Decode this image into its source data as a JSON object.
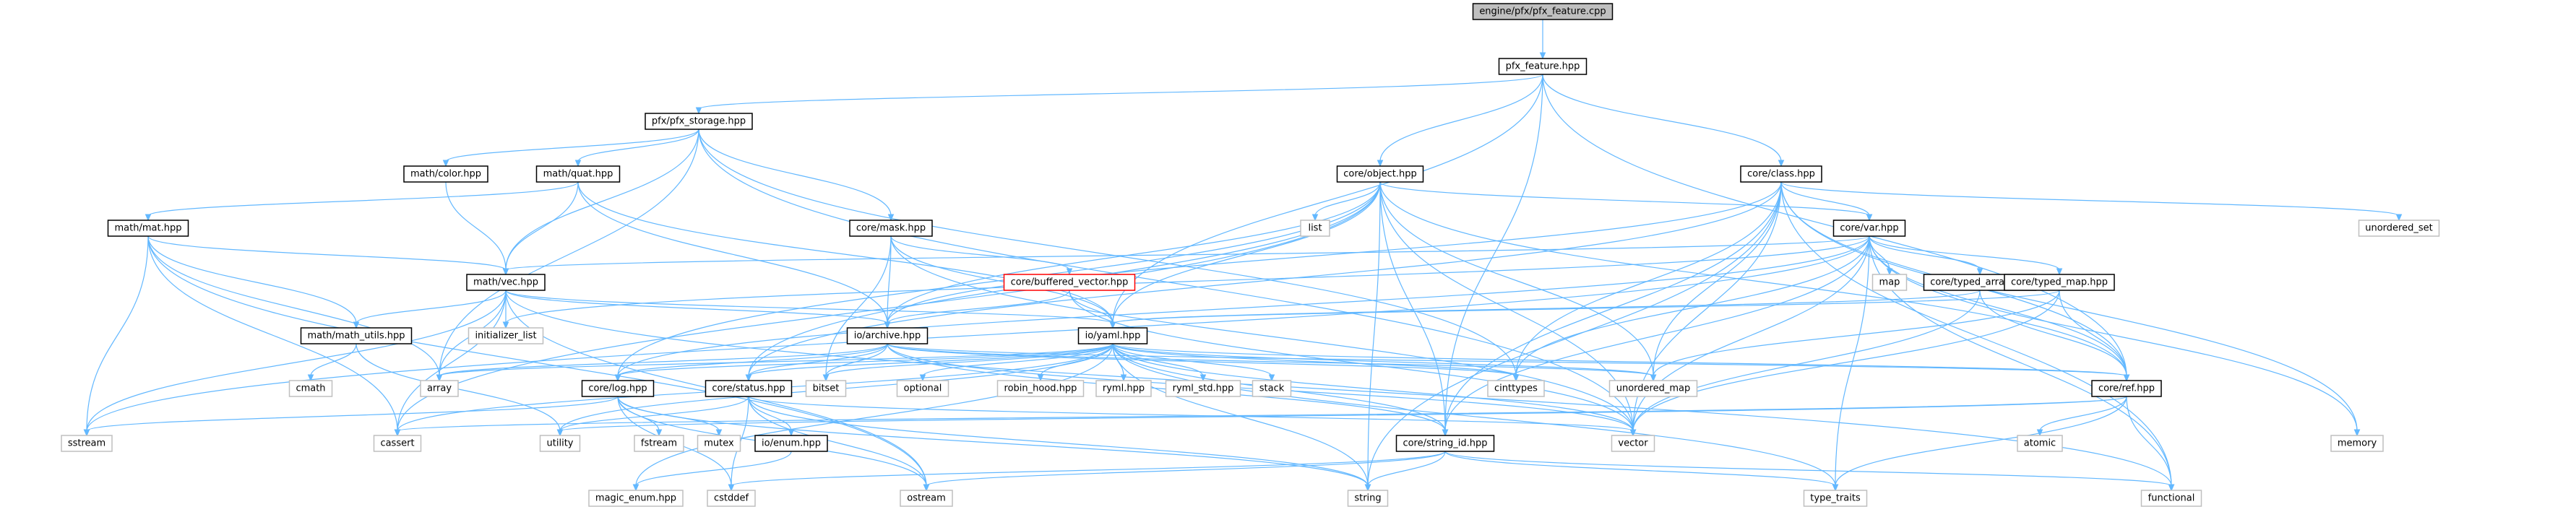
{
  "colors": {
    "edge": "#63b8ff",
    "root_fill": "#bfbfbf",
    "internal_fill": "#ffffff",
    "internal_border": "#000000",
    "system_fill": "#ffffff",
    "system_border": "#bfbfbf",
    "missing_border": "#ff0000"
  },
  "nodes": [
    {
      "id": "root",
      "label": "engine/pfx/pfx_feature.cpp",
      "kind": "root"
    },
    {
      "id": "pfx_feature",
      "label": "pfx_feature.hpp",
      "kind": "internal"
    },
    {
      "id": "pfx_storage",
      "label": "pfx/pfx_storage.hpp",
      "kind": "internal"
    },
    {
      "id": "object",
      "label": "core/object.hpp",
      "kind": "internal"
    },
    {
      "id": "class",
      "label": "core/class.hpp",
      "kind": "internal"
    },
    {
      "id": "color",
      "label": "math/color.hpp",
      "kind": "internal"
    },
    {
      "id": "quat",
      "label": "math/quat.hpp",
      "kind": "internal"
    },
    {
      "id": "mask",
      "label": "core/mask.hpp",
      "kind": "internal"
    },
    {
      "id": "var",
      "label": "core/var.hpp",
      "kind": "internal"
    },
    {
      "id": "list",
      "label": "list",
      "kind": "system"
    },
    {
      "id": "unordered_set",
      "label": "unordered_set",
      "kind": "system"
    },
    {
      "id": "mat",
      "label": "math/mat.hpp",
      "kind": "internal"
    },
    {
      "id": "vec",
      "label": "math/vec.hpp",
      "kind": "internal"
    },
    {
      "id": "buffered_vector",
      "label": "core/buffered_vector.hpp",
      "kind": "missing"
    },
    {
      "id": "map",
      "label": "map",
      "kind": "system"
    },
    {
      "id": "typed_array",
      "label": "core/typed_array.hpp",
      "kind": "internal"
    },
    {
      "id": "typed_map",
      "label": "core/typed_map.hpp",
      "kind": "internal"
    },
    {
      "id": "math_utils",
      "label": "math/math_utils.hpp",
      "kind": "internal"
    },
    {
      "id": "initializer_list",
      "label": "initializer_list",
      "kind": "system"
    },
    {
      "id": "archive",
      "label": "io/archive.hpp",
      "kind": "internal"
    },
    {
      "id": "yaml",
      "label": "io/yaml.hpp",
      "kind": "internal"
    },
    {
      "id": "cmath",
      "label": "cmath",
      "kind": "system"
    },
    {
      "id": "array",
      "label": "array",
      "kind": "system"
    },
    {
      "id": "log",
      "label": "core/log.hpp",
      "kind": "internal"
    },
    {
      "id": "status",
      "label": "core/status.hpp",
      "kind": "internal"
    },
    {
      "id": "bitset",
      "label": "bitset",
      "kind": "system"
    },
    {
      "id": "optional",
      "label": "optional",
      "kind": "system"
    },
    {
      "id": "robin_hood",
      "label": "robin_hood.hpp",
      "kind": "system"
    },
    {
      "id": "ryml",
      "label": "ryml.hpp",
      "kind": "system"
    },
    {
      "id": "ryml_std",
      "label": "ryml_std.hpp",
      "kind": "system"
    },
    {
      "id": "stack",
      "label": "stack",
      "kind": "system"
    },
    {
      "id": "cinttypes",
      "label": "cinttypes",
      "kind": "system"
    },
    {
      "id": "unordered_map",
      "label": "unordered_map",
      "kind": "system"
    },
    {
      "id": "ref",
      "label": "core/ref.hpp",
      "kind": "internal"
    },
    {
      "id": "sstream",
      "label": "sstream",
      "kind": "system"
    },
    {
      "id": "cassert",
      "label": "cassert",
      "kind": "system"
    },
    {
      "id": "utility",
      "label": "utility",
      "kind": "system"
    },
    {
      "id": "fstream",
      "label": "fstream",
      "kind": "system"
    },
    {
      "id": "mutex",
      "label": "mutex",
      "kind": "system"
    },
    {
      "id": "enum",
      "label": "io/enum.hpp",
      "kind": "internal"
    },
    {
      "id": "string_id",
      "label": "core/string_id.hpp",
      "kind": "internal"
    },
    {
      "id": "vector",
      "label": "vector",
      "kind": "system"
    },
    {
      "id": "atomic",
      "label": "atomic",
      "kind": "system"
    },
    {
      "id": "memory",
      "label": "memory",
      "kind": "system"
    },
    {
      "id": "magic_enum",
      "label": "magic_enum.hpp",
      "kind": "system"
    },
    {
      "id": "cstddef",
      "label": "cstddef",
      "kind": "system"
    },
    {
      "id": "ostream",
      "label": "ostream",
      "kind": "system"
    },
    {
      "id": "string",
      "label": "string",
      "kind": "system"
    },
    {
      "id": "type_traits",
      "label": "type_traits",
      "kind": "system"
    },
    {
      "id": "functional",
      "label": "functional",
      "kind": "system"
    }
  ],
  "edges": [
    [
      "root",
      "pfx_feature"
    ],
    [
      "pfx_feature",
      "pfx_storage"
    ],
    [
      "pfx_feature",
      "object"
    ],
    [
      "pfx_feature",
      "class"
    ],
    [
      "pfx_feature",
      "yaml"
    ],
    [
      "pfx_feature",
      "ref"
    ],
    [
      "pfx_feature",
      "string_id"
    ],
    [
      "pfx_storage",
      "color"
    ],
    [
      "pfx_storage",
      "quat"
    ],
    [
      "pfx_storage",
      "mask"
    ],
    [
      "pfx_storage",
      "vec"
    ],
    [
      "pfx_storage",
      "array"
    ],
    [
      "pfx_storage",
      "cinttypes"
    ],
    [
      "pfx_storage",
      "vector"
    ],
    [
      "object",
      "list"
    ],
    [
      "object",
      "var"
    ],
    [
      "object",
      "log"
    ],
    [
      "object",
      "status"
    ],
    [
      "object",
      "archive"
    ],
    [
      "object",
      "yaml"
    ],
    [
      "object",
      "string_id"
    ],
    [
      "object",
      "cassert"
    ],
    [
      "object",
      "string"
    ],
    [
      "object",
      "unordered_map"
    ],
    [
      "object",
      "vector"
    ],
    [
      "object",
      "ref"
    ],
    [
      "class",
      "var"
    ],
    [
      "class",
      "unordered_set"
    ],
    [
      "class",
      "status"
    ],
    [
      "class",
      "archive"
    ],
    [
      "class",
      "ref"
    ],
    [
      "class",
      "cinttypes"
    ],
    [
      "class",
      "unordered_map"
    ],
    [
      "class",
      "vector"
    ],
    [
      "class",
      "string"
    ],
    [
      "class",
      "memory"
    ],
    [
      "class",
      "functional"
    ],
    [
      "class",
      "string_id"
    ],
    [
      "color",
      "vec"
    ],
    [
      "quat",
      "mat"
    ],
    [
      "quat",
      "vec"
    ],
    [
      "quat",
      "archive"
    ],
    [
      "quat",
      "yaml"
    ],
    [
      "mask",
      "buffered_vector"
    ],
    [
      "mask",
      "archive"
    ],
    [
      "mask",
      "yaml"
    ],
    [
      "mask",
      "bitset"
    ],
    [
      "mask",
      "vector"
    ],
    [
      "var",
      "map"
    ],
    [
      "var",
      "typed_array"
    ],
    [
      "var",
      "typed_map"
    ],
    [
      "var",
      "vec"
    ],
    [
      "var",
      "log"
    ],
    [
      "var",
      "string_id"
    ],
    [
      "var",
      "ref"
    ],
    [
      "var",
      "cinttypes"
    ],
    [
      "var",
      "vector"
    ],
    [
      "var",
      "memory"
    ],
    [
      "var",
      "functional"
    ],
    [
      "var",
      "type_traits"
    ],
    [
      "var",
      "initializer_list"
    ],
    [
      "var",
      "sstream"
    ],
    [
      "mat",
      "vec"
    ],
    [
      "mat",
      "math_utils"
    ],
    [
      "mat",
      "sstream"
    ],
    [
      "mat",
      "cassert"
    ],
    [
      "mat",
      "array"
    ],
    [
      "mat",
      "ostream"
    ],
    [
      "vec",
      "math_utils"
    ],
    [
      "vec",
      "initializer_list"
    ],
    [
      "vec",
      "archive"
    ],
    [
      "vec",
      "yaml"
    ],
    [
      "vec",
      "sstream"
    ],
    [
      "vec",
      "cassert"
    ],
    [
      "vec",
      "array"
    ],
    [
      "vec",
      "ostream"
    ],
    [
      "vec",
      "functional"
    ],
    [
      "buffered_vector",
      "archive"
    ],
    [
      "buffered_vector",
      "yaml"
    ],
    [
      "buffered_vector",
      "vector"
    ],
    [
      "typed_array",
      "yaml"
    ],
    [
      "typed_array",
      "ref"
    ],
    [
      "typed_array",
      "vector"
    ],
    [
      "typed_map",
      "yaml"
    ],
    [
      "typed_map",
      "ref"
    ],
    [
      "typed_map",
      "unordered_map"
    ],
    [
      "typed_map",
      "vector"
    ],
    [
      "math_utils",
      "cmath"
    ],
    [
      "math_utils",
      "utility"
    ],
    [
      "archive",
      "log"
    ],
    [
      "archive",
      "status"
    ],
    [
      "archive",
      "bitset"
    ],
    [
      "archive",
      "array"
    ],
    [
      "archive",
      "string_id"
    ],
    [
      "archive",
      "vector"
    ],
    [
      "archive",
      "unordered_map"
    ],
    [
      "archive",
      "cinttypes"
    ],
    [
      "archive",
      "ref"
    ],
    [
      "yaml",
      "log"
    ],
    [
      "yaml",
      "status"
    ],
    [
      "yaml",
      "bitset"
    ],
    [
      "yaml",
      "optional"
    ],
    [
      "yaml",
      "robin_hood"
    ],
    [
      "yaml",
      "ryml"
    ],
    [
      "yaml",
      "ryml_std"
    ],
    [
      "yaml",
      "stack"
    ],
    [
      "yaml",
      "cinttypes"
    ],
    [
      "yaml",
      "unordered_map"
    ],
    [
      "yaml",
      "ref"
    ],
    [
      "yaml",
      "array"
    ],
    [
      "yaml",
      "utility"
    ],
    [
      "yaml",
      "vector"
    ],
    [
      "yaml",
      "string"
    ],
    [
      "yaml",
      "magic_enum"
    ],
    [
      "yaml",
      "cassert"
    ],
    [
      "yaml",
      "type_traits"
    ],
    [
      "yaml",
      "string_id"
    ],
    [
      "log",
      "sstream"
    ],
    [
      "log",
      "fstream"
    ],
    [
      "log",
      "mutex"
    ],
    [
      "log",
      "string"
    ],
    [
      "log",
      "cstddef"
    ],
    [
      "log",
      "ostream"
    ],
    [
      "status",
      "enum"
    ],
    [
      "status",
      "string"
    ],
    [
      "status",
      "utility"
    ],
    [
      "status",
      "vector"
    ],
    [
      "status",
      "cstddef"
    ],
    [
      "status",
      "ostream"
    ],
    [
      "enum",
      "magic_enum"
    ],
    [
      "ref",
      "cassert"
    ],
    [
      "ref",
      "utility"
    ],
    [
      "ref",
      "atomic"
    ],
    [
      "ref",
      "functional"
    ],
    [
      "ref",
      "type_traits"
    ],
    [
      "string_id",
      "cstddef"
    ],
    [
      "string_id",
      "ostream"
    ],
    [
      "string_id",
      "string"
    ],
    [
      "string_id",
      "type_traits"
    ],
    [
      "string_id",
      "functional"
    ]
  ]
}
